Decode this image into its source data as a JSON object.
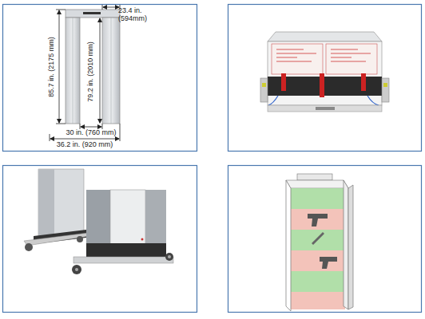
{
  "diagram": {
    "labels": [
      "23.4 in. (594mm)",
      "85.7 in. (2175 mm)",
      "79.2 in. (2010 mm)",
      "30 in. (760 mm)",
      "36.2 in. (920 mm)"
    ]
  }
}
